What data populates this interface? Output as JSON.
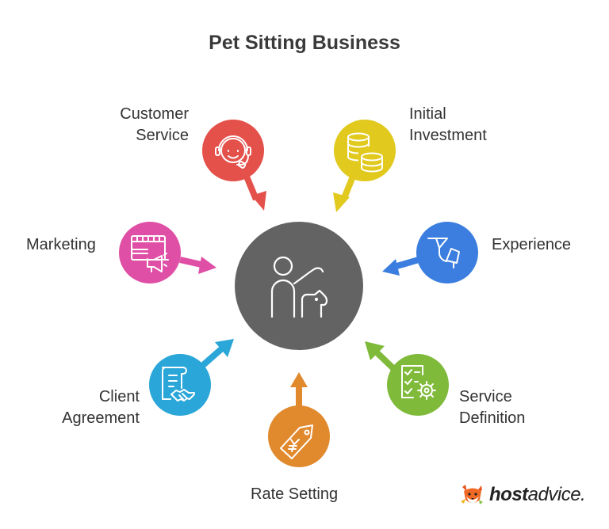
{
  "title": "Pet Sitting Business",
  "center": {
    "icon": "person-with-dog-icon",
    "color": "#636363"
  },
  "nodes": [
    {
      "id": "customer-service",
      "lines": [
        "Customer",
        "Service"
      ],
      "color": "#e4504a",
      "icon": "headset-agent-icon"
    },
    {
      "id": "initial-investment",
      "lines": [
        "Initial",
        "Investment"
      ],
      "color": "#e1c91e",
      "icon": "coin-stack-icon"
    },
    {
      "id": "experience",
      "lines": [
        "Experience"
      ],
      "color": "#3b7ee0",
      "icon": "funnel-icon"
    },
    {
      "id": "service-definition",
      "lines": [
        "Service",
        "Definition"
      ],
      "color": "#7fba3a",
      "icon": "checklist-gear-icon"
    },
    {
      "id": "rate-setting",
      "lines": [
        "Rate Setting"
      ],
      "color": "#e0892d",
      "icon": "price-tag-yen-icon"
    },
    {
      "id": "client-agreement",
      "lines": [
        "Client",
        "Agreement"
      ],
      "color": "#2aa6d8",
      "icon": "contract-handshake-icon"
    },
    {
      "id": "marketing",
      "lines": [
        "Marketing"
      ],
      "color": "#e04fa6",
      "icon": "billboard-megaphone-icon"
    }
  ],
  "brand": {
    "bold": "host",
    "regular": "advice.",
    "icon": "fox-mascot-icon"
  }
}
